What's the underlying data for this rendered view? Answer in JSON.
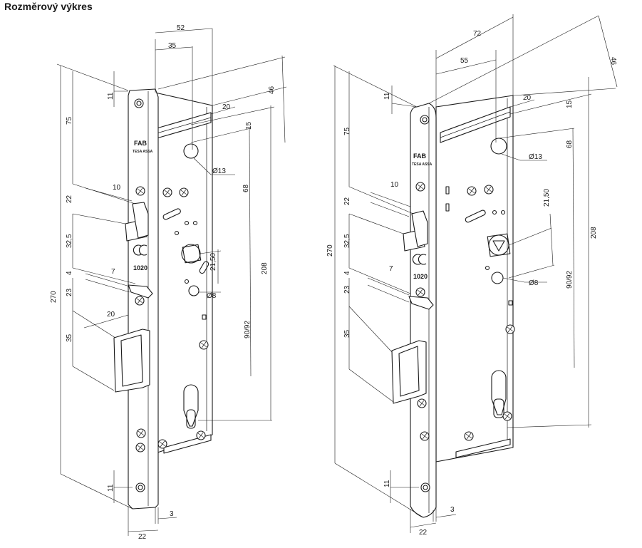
{
  "title": "Rozměrový výkres",
  "left_view": {
    "dims": {
      "w52": "52",
      "w35": "35",
      "d46": "46",
      "d20a": "20",
      "d15": "15",
      "dia13": "Ø13",
      "d68": "68",
      "d75": "75",
      "d11a": "11",
      "d11b": "11",
      "d22": "22",
      "d10": "10",
      "d32_5": "32,5",
      "d4": "4",
      "d7": "7",
      "d23": "23",
      "d20b": "20",
      "d35": "35",
      "d270": "270",
      "d208": "208",
      "d21_50": "21,50",
      "dia8": "Ø8",
      "d90_92": "90/92",
      "d3": "3",
      "d22b": "22"
    },
    "brand": "FAB",
    "brand_sub": "TESA ASSA",
    "stamp": "1020"
  },
  "right_view": {
    "dims": {
      "w72": "72",
      "w55": "55",
      "d46": "46",
      "d20a": "20",
      "d15": "15",
      "dia13": "Ø13",
      "d68": "68",
      "d75": "75",
      "d11a": "11",
      "d11b": "11",
      "d22": "22",
      "d10": "10",
      "d32_5": "32,5",
      "d4": "4",
      "d7": "7",
      "d23": "23",
      "d35": "35",
      "d270": "270",
      "d208": "208",
      "d21_50": "21,50",
      "dia8": "Ø8",
      "d90_92": "90/92",
      "d3": "3",
      "d22b": "22"
    },
    "brand": "FAB",
    "brand_sub": "TESA ASSA",
    "stamp": "1020"
  }
}
